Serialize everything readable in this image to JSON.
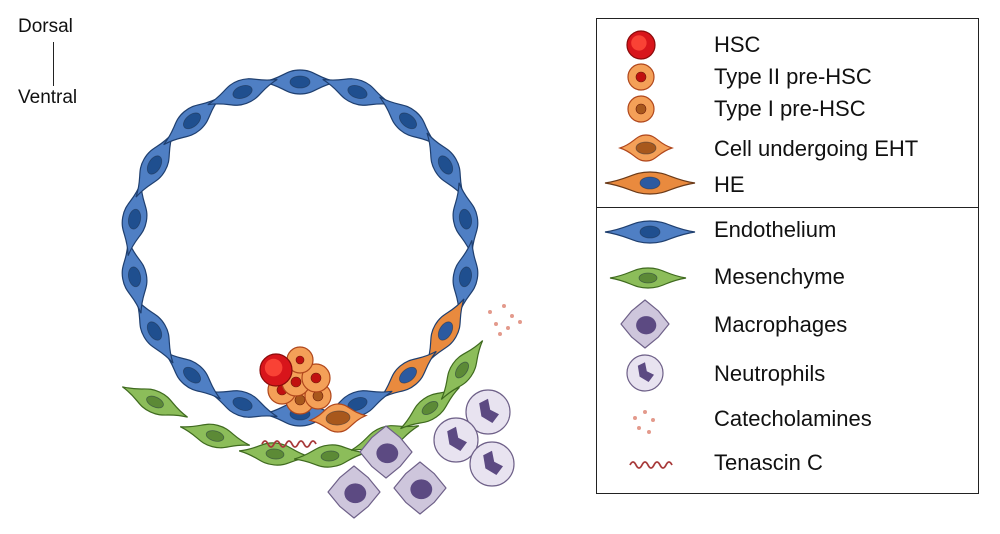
{
  "orientation": {
    "top": "Dorsal",
    "bottom": "Ventral"
  },
  "legend": {
    "items": [
      {
        "key": "hsc",
        "label": "HSC"
      },
      {
        "key": "type2",
        "label": "Type II pre-HSC"
      },
      {
        "key": "type1",
        "label": "Type I pre-HSC"
      },
      {
        "key": "eht",
        "label": "Cell undergoing EHT"
      },
      {
        "key": "he",
        "label": "HE"
      },
      {
        "key": "endothelium",
        "label": "Endothelium"
      },
      {
        "key": "mesenchyme",
        "label": "Mesenchyme"
      },
      {
        "key": "macrophages",
        "label": "Macrophages"
      },
      {
        "key": "neutrophils",
        "label": "Neutrophils"
      },
      {
        "key": "catecholamines",
        "label": "Catecholamines"
      },
      {
        "key": "tenascin",
        "label": "Tenascin C"
      }
    ]
  },
  "colors": {
    "hsc": "#d8151b",
    "pre_hsc": "#f4a058",
    "pre_hsc_nucleus_type2": "#c01010",
    "pre_hsc_nucleus_type1": "#a8581c",
    "endothelium": "#4f7fc4",
    "endothelium_nucleus": "#1f4f8f",
    "mesenchyme": "#8cbd5a",
    "mesenchyme_nucleus": "#5c8a36",
    "macrophage": "#cec6dc",
    "immune_nucleus": "#5c4a82",
    "catecholamine": "#e39a8c",
    "tenascin": "#a83a3a"
  }
}
